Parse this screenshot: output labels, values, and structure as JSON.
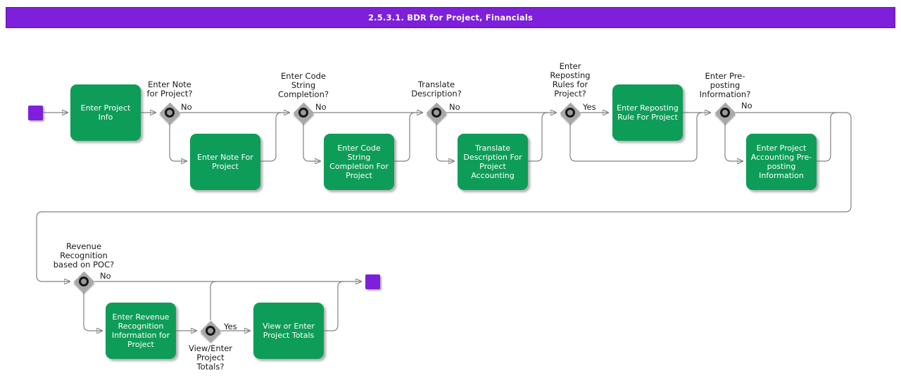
{
  "title": "2.5.3.1. BDR for Project, Financials",
  "colors": {
    "purple": "#7D1FDB",
    "green": "#0E9D58",
    "line": "#828282",
    "diamond": "#A8A8A8"
  },
  "activities": [
    {
      "id": "enter-project-info",
      "label": "Enter Project\nInfo"
    },
    {
      "id": "enter-note-for-project",
      "label": "Enter Note For\nProject"
    },
    {
      "id": "enter-code-string-completion-for-project",
      "label": "Enter Code\nString\nCompletion For\nProject"
    },
    {
      "id": "translate-description-for-project-accounting",
      "label": "Translate\nDescription For\nProject\nAccounting"
    },
    {
      "id": "enter-reposting-rule-for-project",
      "label": "Enter Reposting\nRule For Project"
    },
    {
      "id": "enter-project-accounting-pre-posting-information",
      "label": "Enter Project\nAccounting Pre-\nposting\nInformation"
    },
    {
      "id": "enter-revenue-recognition-information-for-project",
      "label": "Enter Revenue\nRecognition\nInformation for\nProject"
    },
    {
      "id": "view-or-enter-project-totals",
      "label": "View or Enter\nProject Totals"
    }
  ],
  "decisions": [
    {
      "id": "enter-note-for-project",
      "question": "Enter Note\nfor Project?",
      "branch": "No"
    },
    {
      "id": "enter-code-string-completion",
      "question": "Enter Code\nString\nCompletion?",
      "branch": "No"
    },
    {
      "id": "translate-description",
      "question": "Translate\nDescription?",
      "branch": "No"
    },
    {
      "id": "enter-reposting-rules-for-project",
      "question": "Enter\nReposting\nRules for\nProject?",
      "branch": "Yes"
    },
    {
      "id": "enter-pre-posting-information",
      "question": "Enter Pre-\nposting\nInformation?",
      "branch": "No"
    },
    {
      "id": "revenue-recognition-based-on-poc",
      "question": "Revenue\nRecognition\nbased on POC?",
      "branch": "No"
    },
    {
      "id": "view-enter-project-totals",
      "question": "View/Enter\nProject\nTotals?",
      "branch": "Yes"
    }
  ]
}
